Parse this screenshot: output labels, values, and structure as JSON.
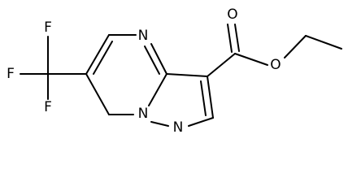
{
  "molecule": {
    "atoms": {
      "fluorine_top": "F",
      "fluorine_left": "F",
      "fluorine_bottom": "F",
      "ring_nitrogen_top": "N",
      "ring_nitrogen_bridgehead": "N",
      "ring_nitrogen_pyrazole": "N",
      "carbonyl_oxygen": "O",
      "ester_oxygen": "O"
    }
  }
}
